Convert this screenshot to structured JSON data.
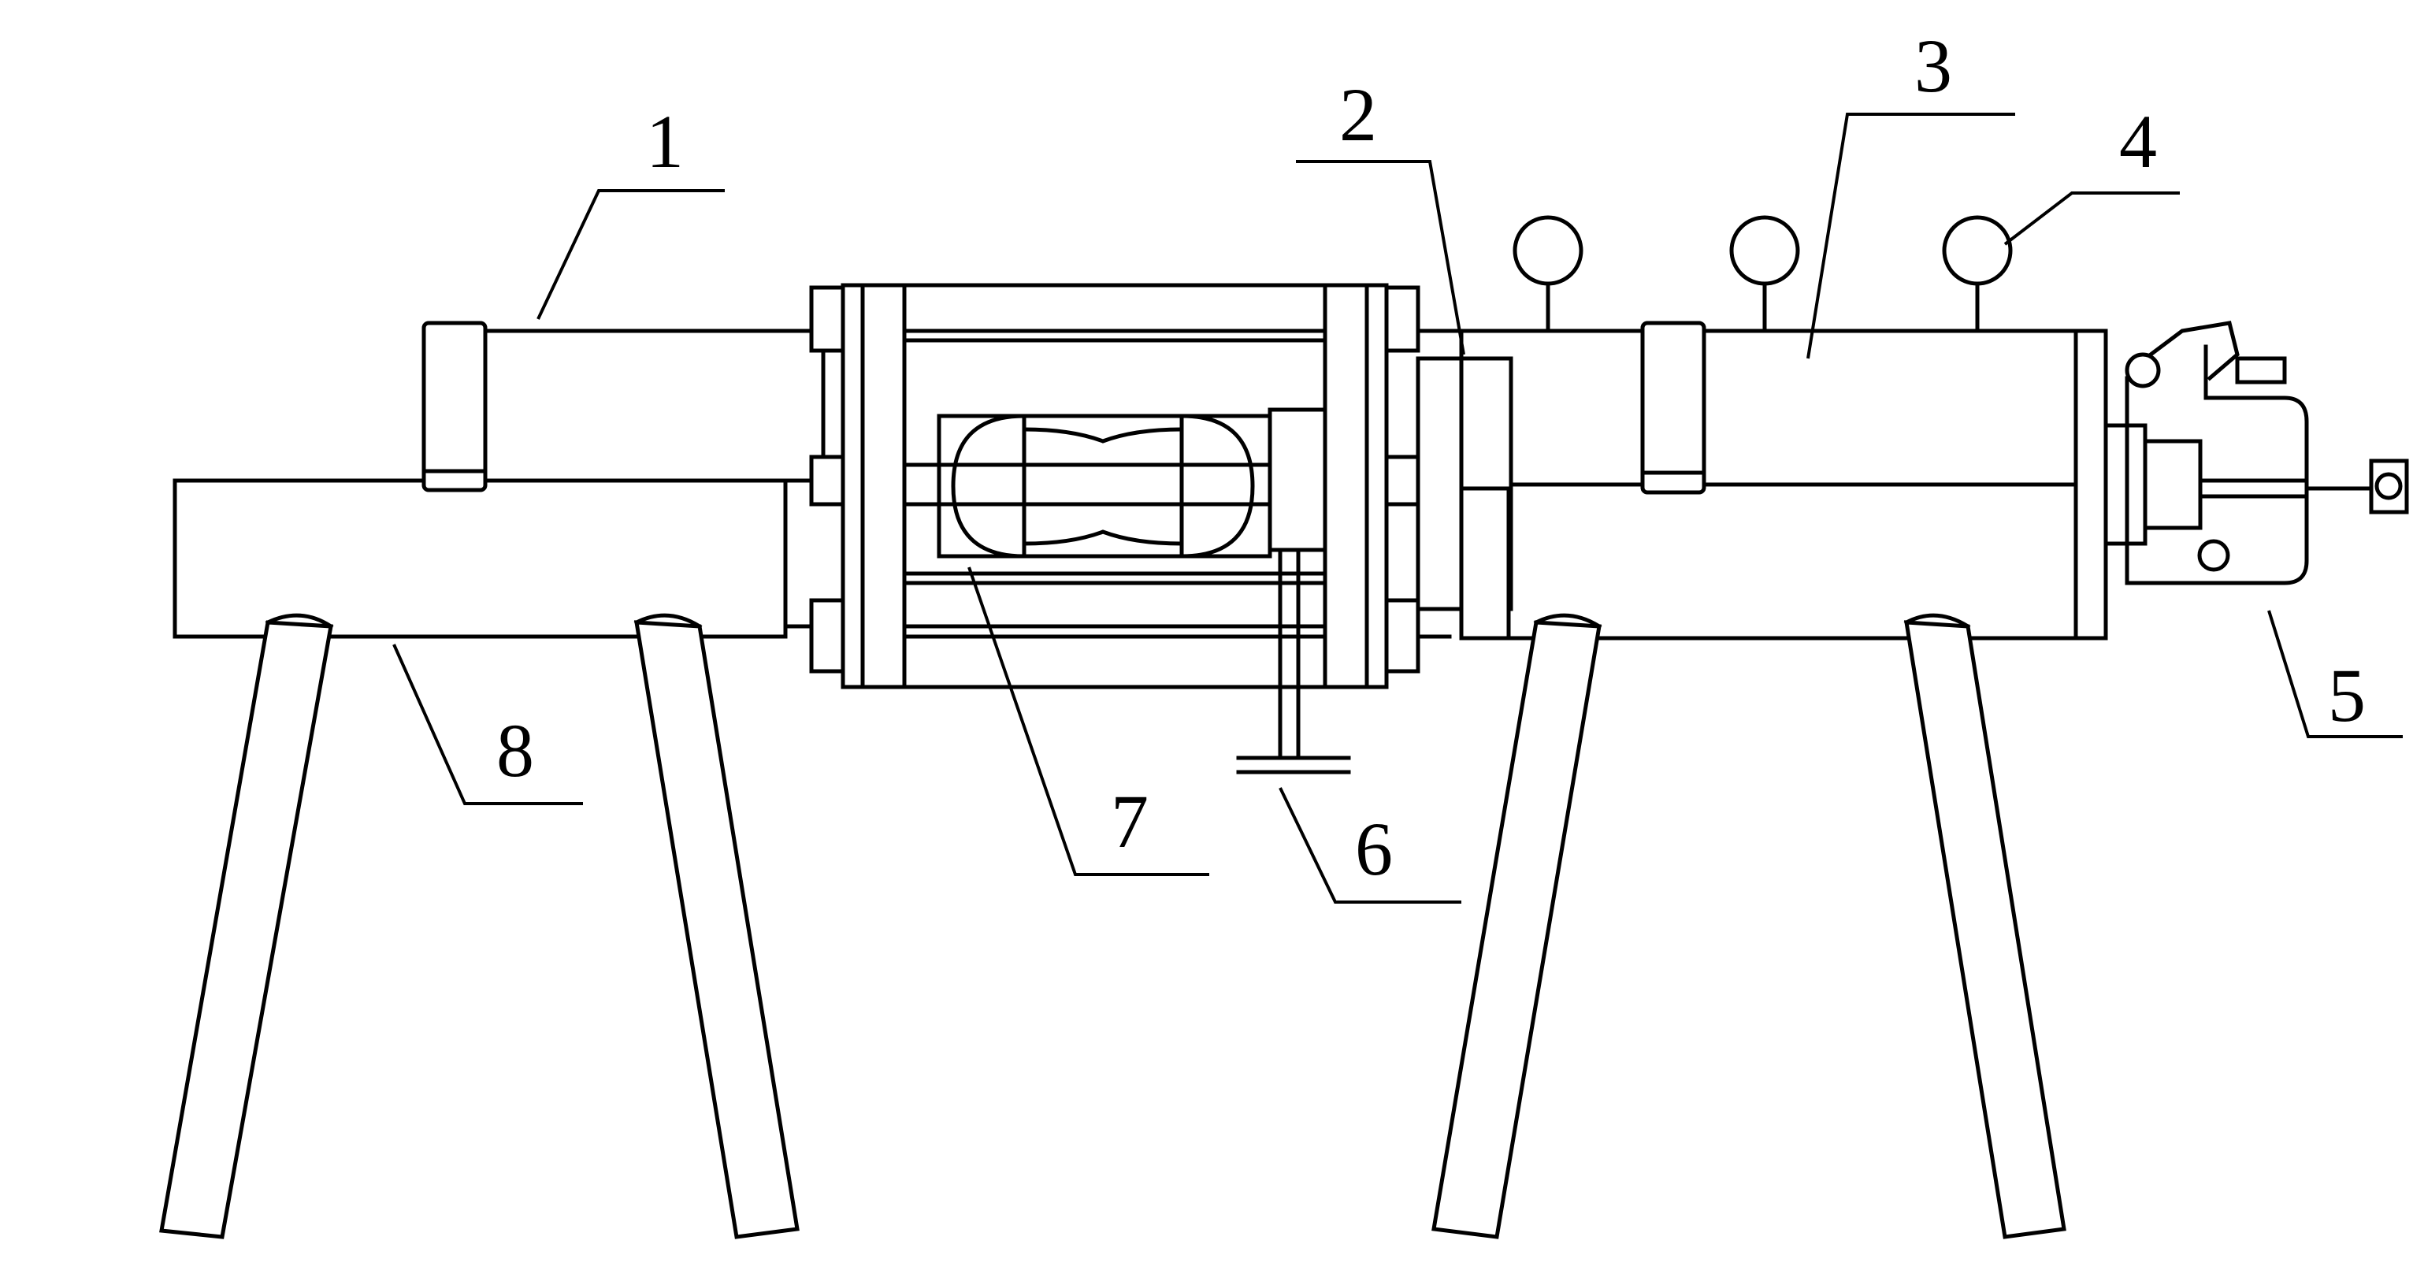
{
  "diagram": {
    "labels": [
      {
        "id": "label-1",
        "text": "1"
      },
      {
        "id": "label-2",
        "text": "2"
      },
      {
        "id": "label-3",
        "text": "3"
      },
      {
        "id": "label-4",
        "text": "4"
      },
      {
        "id": "label-5",
        "text": "5"
      },
      {
        "id": "label-6",
        "text": "6"
      },
      {
        "id": "label-7",
        "text": "7"
      },
      {
        "id": "label-8",
        "text": "8"
      }
    ]
  }
}
